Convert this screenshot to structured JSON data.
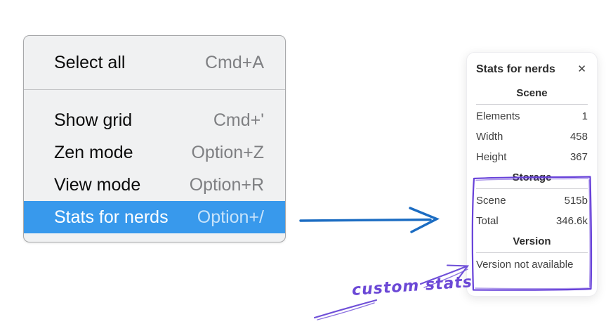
{
  "context_menu": {
    "items": [
      {
        "label": "Select all",
        "shortcut": "Cmd+A",
        "highlighted": false
      },
      {
        "label": "Show grid",
        "shortcut": "Cmd+'",
        "highlighted": false
      },
      {
        "label": "Zen mode",
        "shortcut": "Option+Z",
        "highlighted": false
      },
      {
        "label": "View mode",
        "shortcut": "Option+R",
        "highlighted": false
      },
      {
        "label": "Stats for nerds",
        "shortcut": "Option+/",
        "highlighted": true
      }
    ]
  },
  "stats_panel": {
    "title": "Stats for nerds",
    "close_icon": "✕",
    "sections": [
      {
        "header": "Scene",
        "rows": [
          {
            "label": "Elements",
            "value": "1"
          },
          {
            "label": "Width",
            "value": "458"
          },
          {
            "label": "Height",
            "value": "367"
          }
        ]
      },
      {
        "header": "Storage",
        "rows": [
          {
            "label": "Scene",
            "value": "515b"
          },
          {
            "label": "Total",
            "value": "346.6k"
          }
        ]
      },
      {
        "header": "Version",
        "note": "Version not available"
      }
    ]
  },
  "annotations": {
    "custom_stats_label": "custom stats"
  },
  "colors": {
    "menu_highlight_blue": "#3899ec",
    "arrow_blue": "#1b6cc2",
    "annotation_purple": "#6741d9"
  }
}
